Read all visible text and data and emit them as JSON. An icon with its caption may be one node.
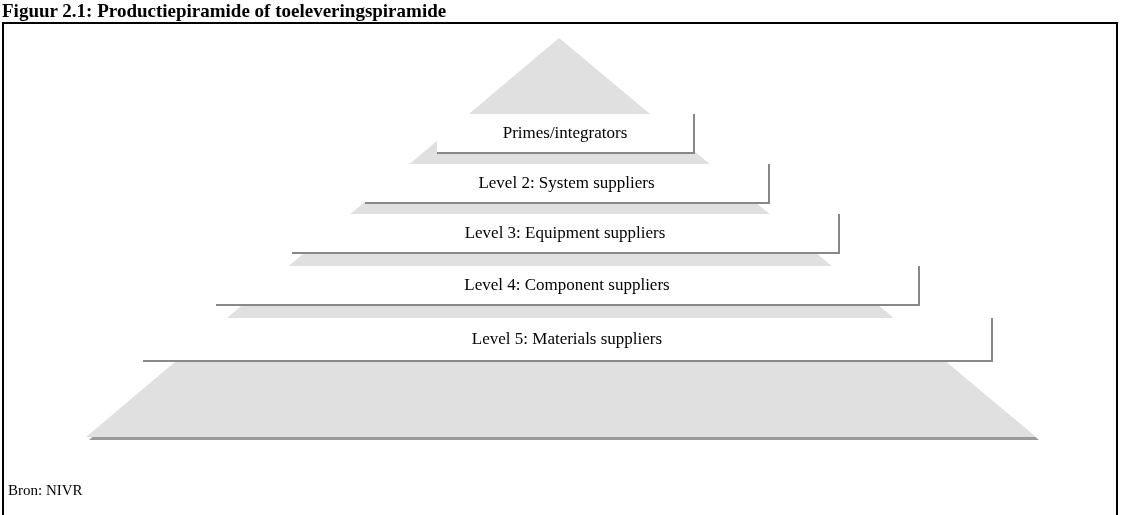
{
  "diagram": {
    "title": "Figuur 2.1: Productiepiramide of toeleveringspiramide",
    "nodes": [
      {
        "text": [
          "Primes/integrators"
        ]
      },
      {
        "text": [
          "Level 2: System suppliers"
        ]
      },
      {
        "text": [
          "Level 3: Equipment suppliers"
        ]
      },
      {
        "text": [
          "Level 4: Component suppliers"
        ]
      },
      {
        "text": [
          "Level 5: Materials suppliers"
        ]
      }
    ],
    "labels": [
      "Bron: NIVR"
    ]
  }
}
